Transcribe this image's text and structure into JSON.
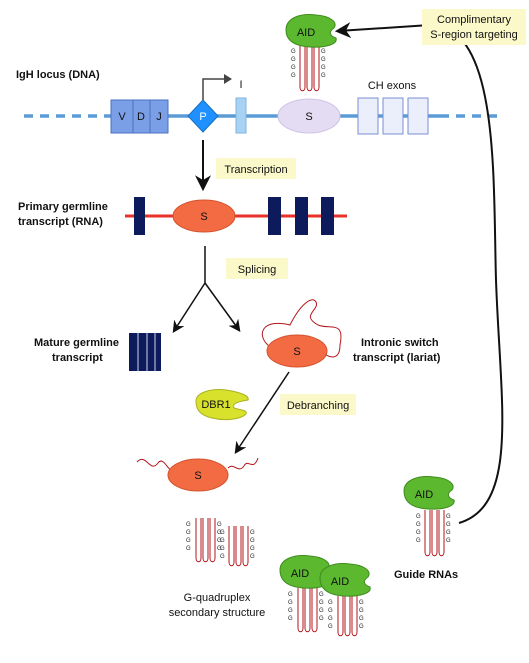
{
  "labels": {
    "igh_locus": "IgH locus (DNA)",
    "primary_line1": "Primary germline",
    "primary_line2": "transcript (RNA)",
    "mature_line1": "Mature germline",
    "mature_line2": "transcript",
    "intronic_line1": "Intronic switch",
    "intronic_line2": "transcript (lariat)",
    "gq_line1": "G-quadruplex",
    "gq_line2": "secondary structure",
    "guide_rnas": "Guide RNAs",
    "ch_exons": "CH exons"
  },
  "steps": {
    "transcription": "Transcription",
    "splicing": "Splicing",
    "debranching": "Debranching",
    "targeting_line1": "Complimentary",
    "targeting_line2": "S-region targeting"
  },
  "locus": {
    "v": "V",
    "d": "D",
    "j": "J",
    "p": "P",
    "i": "I",
    "s": "S"
  },
  "enzymes": {
    "aid": "AID",
    "dbr1": "DBR1"
  },
  "g": "G",
  "colors": {
    "dna_line": "#5b9bd5",
    "rna_line": "#e8312a",
    "s_region_dna": "#e3dcf2",
    "s_region_rna": "#f26b43",
    "exon_dark": "#0d1b5c",
    "aid_green": "#5cb82e",
    "note_bg": "#fbf8c9"
  }
}
